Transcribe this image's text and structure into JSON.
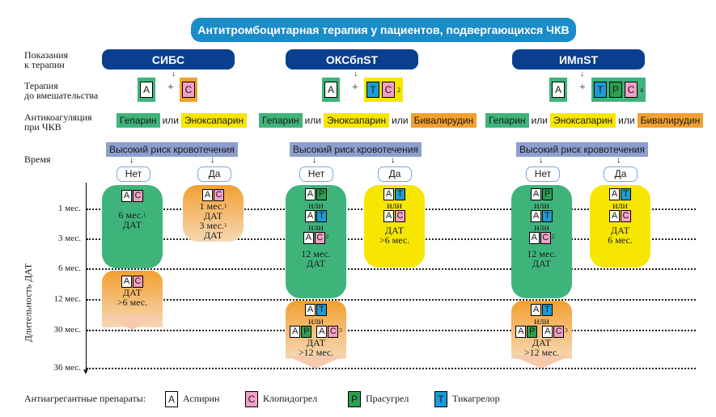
{
  "title": "Антитромбоцитарная терапия у пациентов, подвергающихся ЧКВ",
  "row_labels": {
    "indications": [
      "Показания",
      "к терапии"
    ],
    "pre_therapy": [
      "Терапия",
      "до вмешательства"
    ],
    "anticoag": [
      "Антикоагуляция",
      "при ЧКВ"
    ],
    "time": "Время",
    "axis": "Длительность ДАТ"
  },
  "plus": "+",
  "ili": "или",
  "risk": "Высокий риск кровотечения",
  "no": "Нет",
  "yes": "Да",
  "drug_letters": {
    "A": "A",
    "C": "C",
    "P": "P",
    "T": "T"
  },
  "drugs": {
    "heparin": "Гепарин",
    "enox": "Эноксапарин",
    "bival": "Бивалирудин"
  },
  "ticks": [
    "1 мес.",
    "3 мес.",
    "6 мес.",
    "12 мес.",
    "30 мес.",
    "36 мес."
  ],
  "colors": {
    "aspirin": "#ffffff",
    "clopidogrel": "#f3a0c7",
    "prasugrel": "#2e9e4f",
    "ticagrelor": "#1b9bd7"
  },
  "columns": [
    {
      "header": "СИБС",
      "pre_sup": "",
      "no_block": {
        "dur": "6 мес.",
        "sup": "1",
        "dat": "ДАТ"
      },
      "no_ext": {
        "dat": "ДАТ",
        "dur": ">6 мес."
      },
      "yes_block": {
        "dur1": "1 мес.",
        "sup1": "1",
        "dat": "ДАТ",
        "dur2": "3 мес.",
        "sup2": "1"
      }
    },
    {
      "header": "ОКСбпST",
      "pre_sup": "2",
      "no_block": {
        "sup": "2",
        "dur": "12 мес.",
        "dat": "ДАТ"
      },
      "no_ext": {
        "sup": "3",
        "dat": "ДАТ",
        "dur": ">12 мес."
      },
      "yes_block": {
        "dat": "ДАТ",
        "dur": ">6 мес."
      }
    },
    {
      "header": "ИМпST",
      "pre_sup": "4",
      "no_block": {
        "sup": "2",
        "dur": "12 мес.",
        "dat": "ДАТ"
      },
      "no_ext": {
        "sup": "3",
        "dat": "ДАТ",
        "dur": ">12 мес."
      },
      "yes_block": {
        "dat": "ДАТ",
        "dur": "6 мес."
      }
    }
  ],
  "legend": {
    "title": "Антиагрегантные препараты:",
    "items": [
      {
        "letter": "A",
        "name": "Аспирин"
      },
      {
        "letter": "C",
        "name": "Клопидогрел"
      },
      {
        "letter": "P",
        "name": "Прасугрел"
      },
      {
        "letter": "T",
        "name": "Тикагрелор"
      }
    ]
  }
}
